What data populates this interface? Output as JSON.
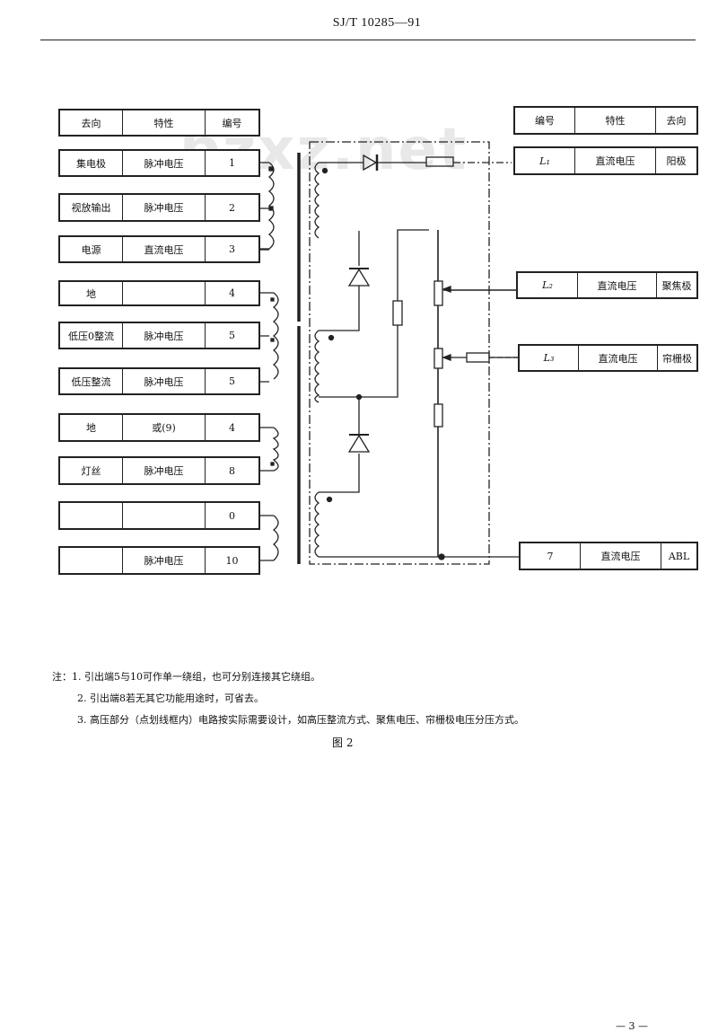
{
  "header": {
    "doc_number": "SJ/T 10285—91"
  },
  "watermark": "bzxz.net",
  "left_table": {
    "headers": [
      "去向",
      "特性",
      "编号"
    ],
    "rows": [
      [
        "集电极",
        "脉冲电压",
        "1"
      ],
      [
        "视放输出",
        "脉冲电压",
        "2"
      ],
      [
        "电源",
        "直流电压",
        "3"
      ],
      [
        "地",
        "",
        "4"
      ],
      [
        "低压0整流",
        "脉冲电压",
        "5"
      ],
      [
        "低压整流",
        "脉冲电压",
        "5"
      ],
      [
        "地",
        "或(9)",
        "4"
      ],
      [
        "灯丝",
        "脉冲电压",
        "8"
      ],
      [
        "",
        "",
        "0"
      ],
      [
        "",
        "脉冲电压",
        "10"
      ]
    ]
  },
  "right_table": {
    "headers": [
      "编号",
      "特性",
      "去向"
    ],
    "rows": [
      [
        "L₁",
        "直流电压",
        "阳极"
      ],
      [
        "L₂",
        "直流电压",
        "聚焦极"
      ],
      [
        "L₃",
        "直流电压",
        "帘栅极"
      ],
      [
        "7",
        "直流电压",
        "ABL"
      ]
    ]
  },
  "notes": [
    "注：1. 引出端5与10可作单一绕组，也可分别连接其它绕组。",
    "2. 引出端8若无其它功能用途时，可省去。",
    "3. 高压部分（点划线框内）电路按实际需要设计，如高压整流方式、聚焦电压、帘栅极电压分压方式。"
  ],
  "figure_caption": "图 2",
  "page_number": "— 3 —"
}
